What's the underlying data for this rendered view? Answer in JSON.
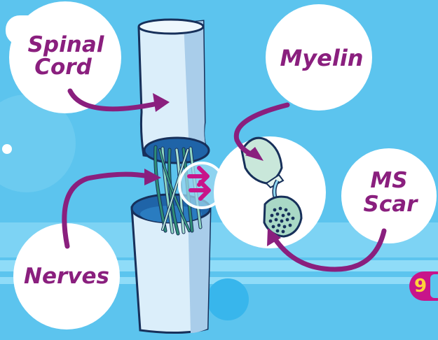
{
  "labels": {
    "spinal_cord_line1": "Spinal",
    "spinal_cord_line2": "Cord",
    "myelin": "Myelin",
    "ms_scar_line1": "MS",
    "ms_scar_line2": "Scar",
    "nerves": "Nerves"
  },
  "page_number": "9",
  "colors": {
    "background": "#5cc4ee",
    "label_text": "#8a1f7e",
    "arrow": "#8a1f7e",
    "page_badge": "#c8148a",
    "cord": "#dbeefa"
  }
}
